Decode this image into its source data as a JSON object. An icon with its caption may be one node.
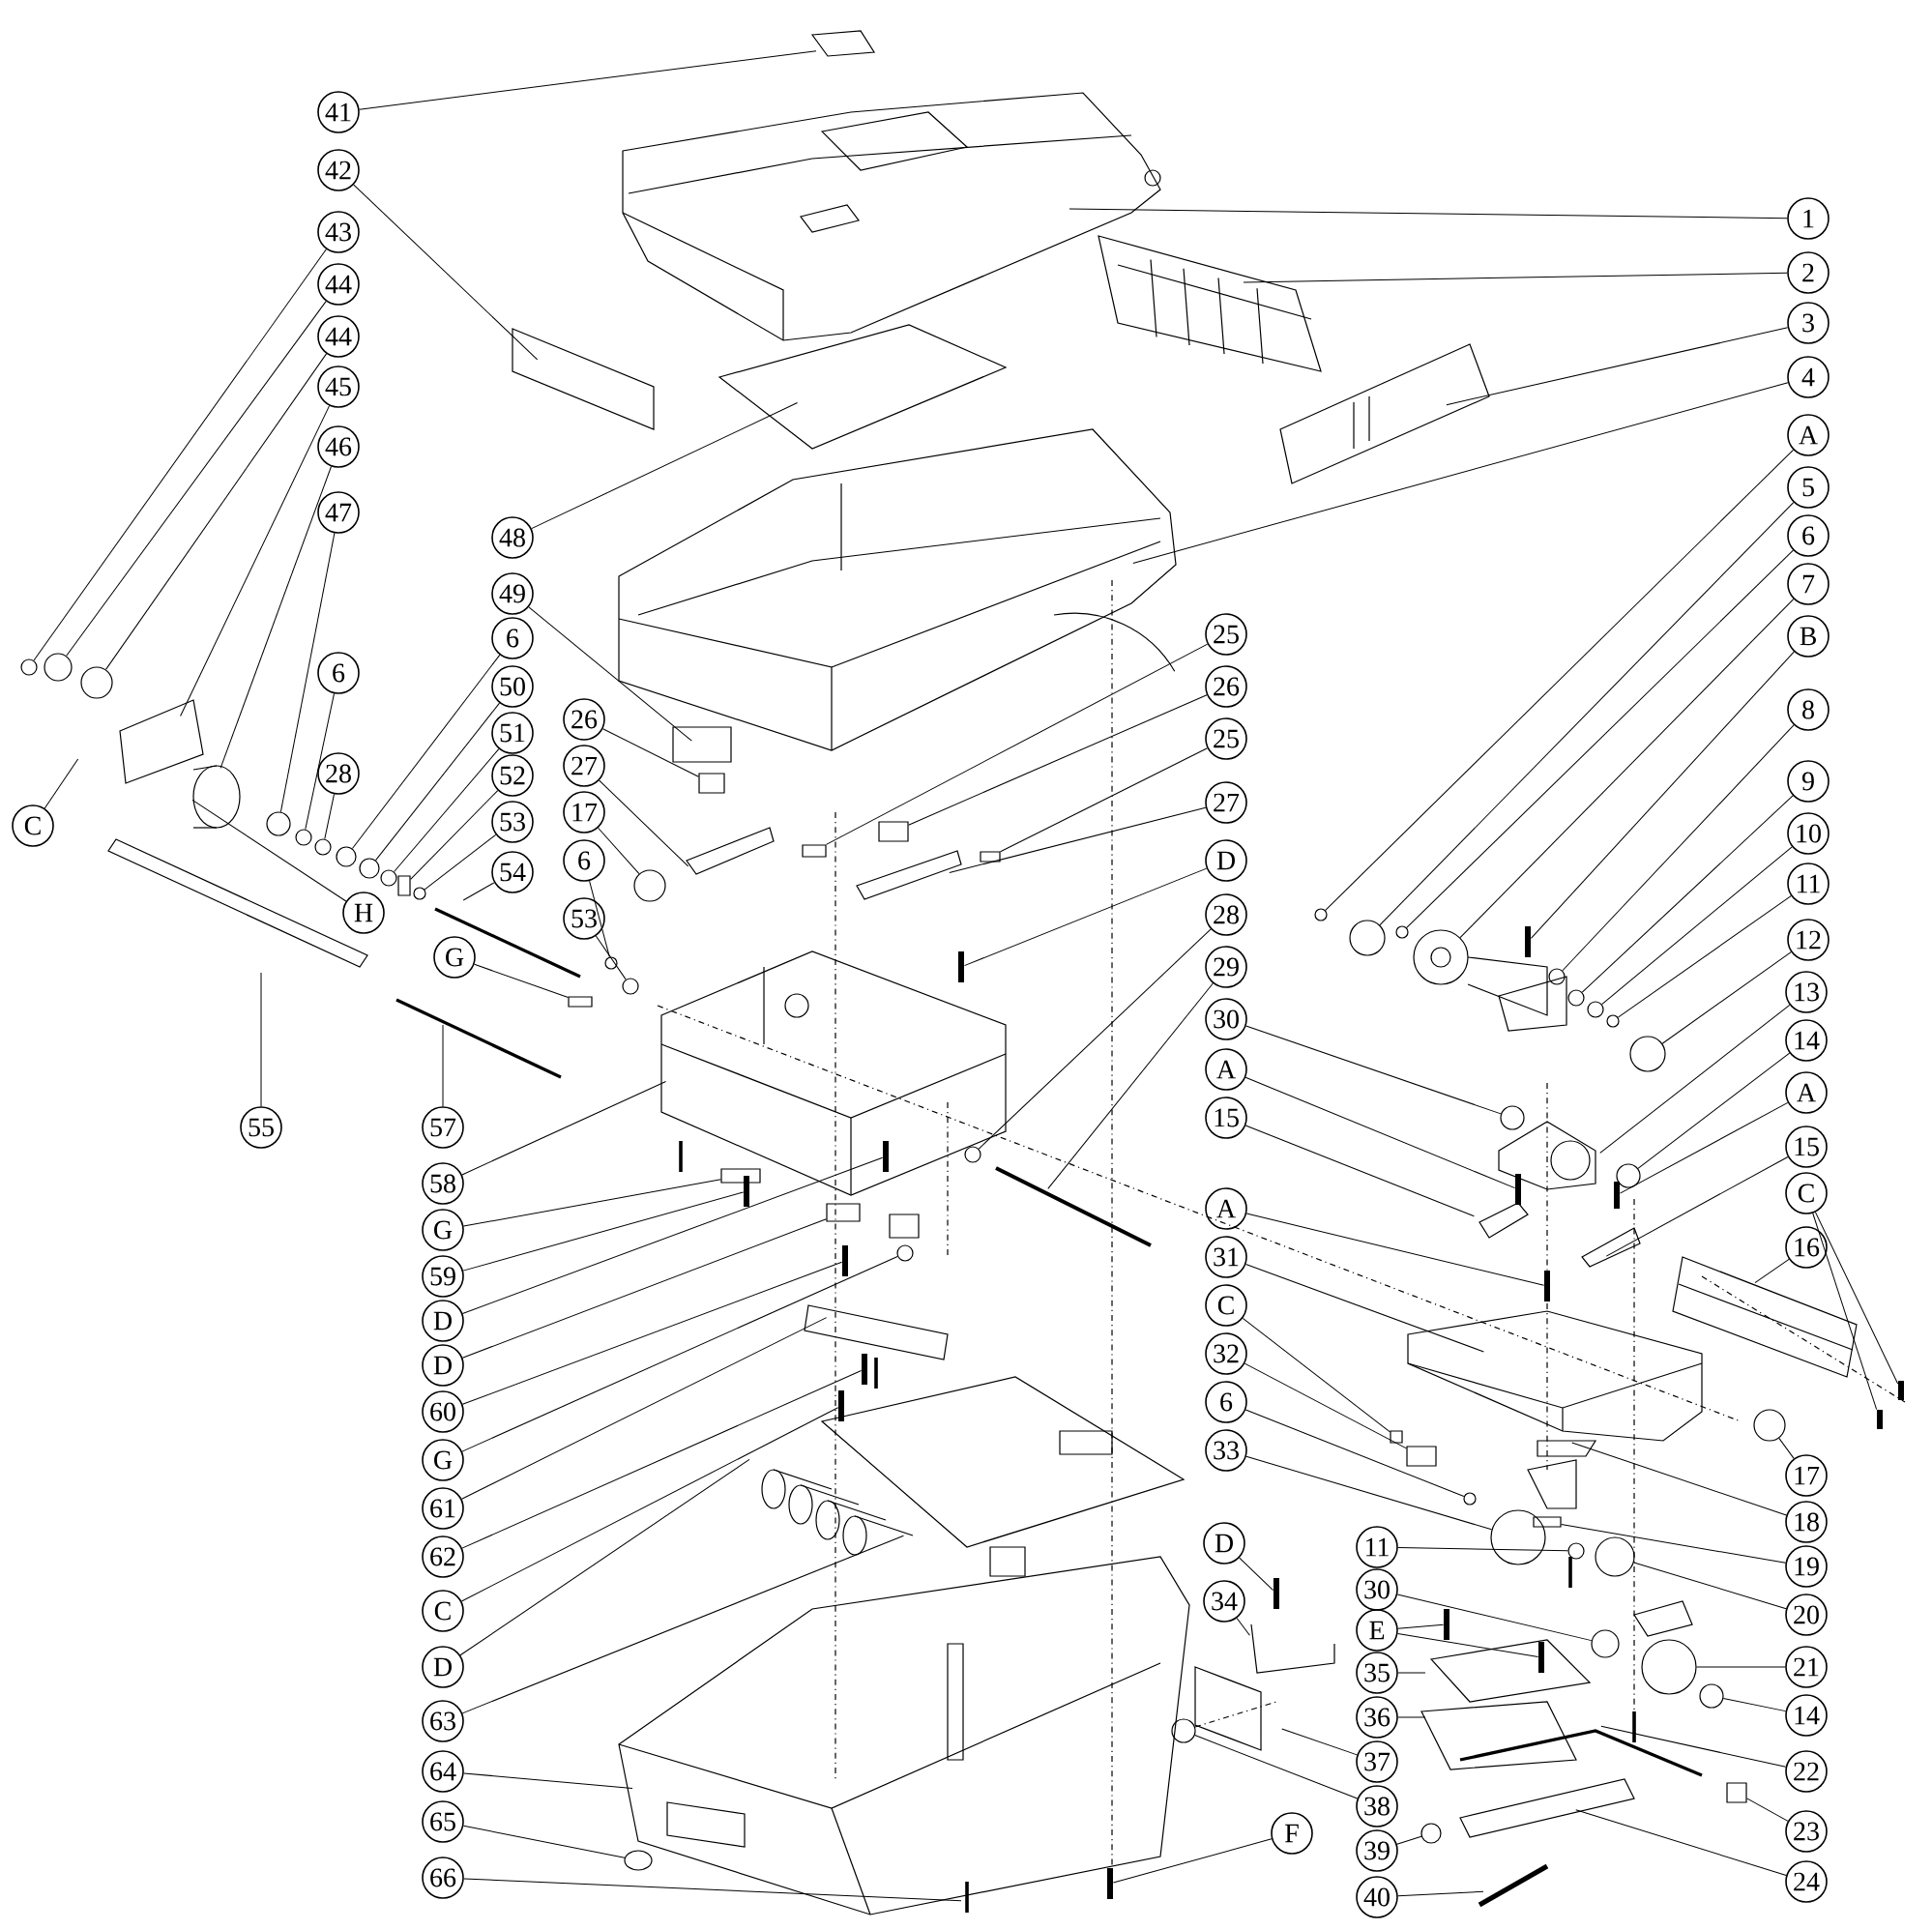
{
  "diagram": {
    "nodes": [
      {
        "text": [
          "41"
        ]
      },
      {
        "text": [
          "42"
        ]
      },
      {
        "text": [
          "43"
        ]
      },
      {
        "text": [
          "44"
        ]
      },
      {
        "text": [
          "44"
        ]
      },
      {
        "text": [
          "45"
        ]
      },
      {
        "text": [
          "46"
        ]
      },
      {
        "text": [
          "47"
        ]
      },
      {
        "text": [
          "6"
        ]
      },
      {
        "text": [
          "28"
        ]
      },
      {
        "text": [
          "C"
        ]
      },
      {
        "text": [
          "48"
        ]
      },
      {
        "text": [
          "49"
        ]
      },
      {
        "text": [
          "6"
        ]
      },
      {
        "text": [
          "50"
        ]
      },
      {
        "text": [
          "51"
        ]
      },
      {
        "text": [
          "52"
        ]
      },
      {
        "text": [
          "53"
        ]
      },
      {
        "text": [
          "54"
        ]
      },
      {
        "text": [
          "H"
        ]
      },
      {
        "text": [
          "26"
        ]
      },
      {
        "text": [
          "27"
        ]
      },
      {
        "text": [
          "17"
        ]
      },
      {
        "text": [
          "6"
        ]
      },
      {
        "text": [
          "53"
        ]
      },
      {
        "text": [
          "G"
        ]
      },
      {
        "text": [
          "55"
        ]
      },
      {
        "text": [
          "57"
        ]
      },
      {
        "text": [
          "58"
        ]
      },
      {
        "text": [
          "G"
        ]
      },
      {
        "text": [
          "59"
        ]
      },
      {
        "text": [
          "D"
        ]
      },
      {
        "text": [
          "D"
        ]
      },
      {
        "text": [
          "60"
        ]
      },
      {
        "text": [
          "G"
        ]
      },
      {
        "text": [
          "61"
        ]
      },
      {
        "text": [
          "62"
        ]
      },
      {
        "text": [
          "C"
        ]
      },
      {
        "text": [
          "D"
        ]
      },
      {
        "text": [
          "63"
        ]
      },
      {
        "text": [
          "64"
        ]
      },
      {
        "text": [
          "65"
        ]
      },
      {
        "text": [
          "66"
        ]
      },
      {
        "text": [
          "1"
        ]
      },
      {
        "text": [
          "2"
        ]
      },
      {
        "text": [
          "3"
        ]
      },
      {
        "text": [
          "4"
        ]
      },
      {
        "text": [
          "A"
        ]
      },
      {
        "text": [
          "5"
        ]
      },
      {
        "text": [
          "6"
        ]
      },
      {
        "text": [
          "7"
        ]
      },
      {
        "text": [
          "B"
        ]
      },
      {
        "text": [
          "8"
        ]
      },
      {
        "text": [
          "9"
        ]
      },
      {
        "text": [
          "10"
        ]
      },
      {
        "text": [
          "11"
        ]
      },
      {
        "text": [
          "12"
        ]
      },
      {
        "text": [
          "25"
        ]
      },
      {
        "text": [
          "26"
        ]
      },
      {
        "text": [
          "25"
        ]
      },
      {
        "text": [
          "27"
        ]
      },
      {
        "text": [
          "D"
        ]
      },
      {
        "text": [
          "28"
        ]
      },
      {
        "text": [
          "29"
        ]
      },
      {
        "text": [
          "30"
        ]
      },
      {
        "text": [
          "A"
        ]
      },
      {
        "text": [
          "15"
        ]
      },
      {
        "text": [
          "A"
        ]
      },
      {
        "text": [
          "31"
        ]
      },
      {
        "text": [
          "C"
        ]
      },
      {
        "text": [
          "32"
        ]
      },
      {
        "text": [
          "6"
        ]
      },
      {
        "text": [
          "33"
        ]
      },
      {
        "text": [
          "13"
        ]
      },
      {
        "text": [
          "14"
        ]
      },
      {
        "text": [
          "A"
        ]
      },
      {
        "text": [
          "15"
        ]
      },
      {
        "text": [
          "C"
        ]
      },
      {
        "text": [
          "16"
        ]
      },
      {
        "text": [
          "17"
        ]
      },
      {
        "text": [
          "18"
        ]
      },
      {
        "text": [
          "19"
        ]
      },
      {
        "text": [
          "20"
        ]
      },
      {
        "text": [
          "21"
        ]
      },
      {
        "text": [
          "14"
        ]
      },
      {
        "text": [
          "22"
        ]
      },
      {
        "text": [
          "23"
        ]
      },
      {
        "text": [
          "24"
        ]
      },
      {
        "text": [
          "D"
        ]
      },
      {
        "text": [
          "34"
        ]
      },
      {
        "text": [
          "11"
        ]
      },
      {
        "text": [
          "30"
        ]
      },
      {
        "text": [
          "E"
        ]
      },
      {
        "text": [
          "35"
        ]
      },
      {
        "text": [
          "36"
        ]
      },
      {
        "text": [
          "37"
        ]
      },
      {
        "text": [
          "38"
        ]
      },
      {
        "text": [
          "39"
        ]
      },
      {
        "text": [
          "40"
        ]
      },
      {
        "text": [
          "F"
        ]
      },
      {
        "text": [],
        "shape": "circle"
      },
      {
        "text": [],
        "shape": "circle"
      },
      {
        "text": [],
        "shape": "circle"
      },
      {
        "text": [],
        "shape": "circle"
      },
      {
        "text": [],
        "shape": "circle"
      },
      {
        "text": [],
        "shape": "circle"
      },
      {
        "text": [],
        "shape": "circle"
      },
      {
        "text": [],
        "shape": "circle"
      },
      {
        "text": [],
        "shape": "circle"
      },
      {
        "text": [],
        "shape": "box"
      },
      {
        "text": [],
        "shape": "circle"
      },
      {
        "text": [],
        "shape": "box"
      },
      {
        "text": [],
        "shape": "circle"
      },
      {
        "text": [],
        "shape": "circle"
      },
      {
        "text": [],
        "shape": "circle"
      },
      {
        "text": [],
        "shape": "box"
      },
      {
        "text": [],
        "shape": "box"
      },
      {
        "text": [],
        "shape": "bar"
      },
      {
        "text": [],
        "shape": "bar"
      },
      {
        "text": [],
        "shape": "box"
      },
      {
        "text": [],
        "shape": "bar"
      },
      {
        "text": [],
        "shape": "circle"
      },
      {
        "text": [],
        "shape": "bar"
      },
      {
        "text": [],
        "shape": "bar"
      },
      {
        "text": [],
        "shape": "circle"
      },
      {
        "text": [],
        "shape": "circle"
      },
      {
        "text": [],
        "shape": "circle"
      },
      {
        "text": [],
        "shape": "circle"
      },
      {
        "text": [],
        "shape": "circle"
      },
      {
        "text": [],
        "shape": "bar"
      },
      {
        "text": [],
        "shape": "circle"
      },
      {
        "text": [],
        "shape": "circle"
      },
      {
        "text": [],
        "shape": "circle"
      },
      {
        "text": [],
        "shape": "circle"
      },
      {
        "text": [],
        "shape": "circle"
      },
      {
        "text": [],
        "shape": "box"
      },
      {
        "text": [],
        "shape": "box"
      },
      {
        "text": [],
        "shape": "box"
      },
      {
        "text": [],
        "shape": "bar"
      },
      {
        "text": [],
        "shape": "circle"
      },
      {
        "text": [],
        "shape": "circle"
      },
      {
        "text": [],
        "shape": "bar"
      },
      {
        "text": [],
        "shape": "bar"
      },
      {
        "text": [],
        "shape": "box"
      },
      {
        "text": [],
        "shape": "box"
      },
      {
        "text": [],
        "shape": "circle"
      },
      {
        "text": [],
        "shape": "circle"
      },
      {
        "text": [],
        "shape": "circle"
      },
      {
        "text": [],
        "shape": "bar"
      },
      {
        "text": [],
        "shape": "bar"
      },
      {
        "text": [],
        "shape": "bar"
      },
      {
        "text": [],
        "shape": "circle"
      },
      {
        "text": [],
        "shape": "box"
      },
      {
        "text": [],
        "shape": "circle"
      },
      {
        "text": [],
        "shape": "circle"
      },
      {
        "text": [],
        "shape": "circle"
      },
      {
        "text": [],
        "shape": "box"
      },
      {
        "text": [],
        "shape": "bar"
      },
      {
        "text": [],
        "shape": "circle"
      },
      {
        "text": [],
        "shape": "circle"
      },
      {
        "text": [],
        "shape": "bar"
      },
      {
        "text": [],
        "shape": "bar"
      },
      {
        "text": [],
        "shape": "circle"
      },
      {
        "text": [],
        "shape": "circle"
      },
      {
        "text": [],
        "shape": "bar"
      }
    ],
    "edges": [
      {
        "from": 0,
        "to": null,
        "arrow": "none"
      },
      {
        "from": 1,
        "to": null,
        "arrow": "none"
      },
      {
        "from": 2,
        "to": 100,
        "arrow": "none"
      },
      {
        "from": 3,
        "to": 101,
        "arrow": "none"
      },
      {
        "from": 4,
        "to": 102,
        "arrow": "none"
      },
      {
        "from": 5,
        "to": null,
        "arrow": "none"
      },
      {
        "from": 6,
        "to": null,
        "arrow": "none"
      },
      {
        "from": 7,
        "to": 103,
        "arrow": "none"
      },
      {
        "from": 8,
        "to": 104,
        "arrow": "none"
      },
      {
        "from": 9,
        "to": 105,
        "arrow": "none"
      },
      {
        "from": 10,
        "to": null,
        "arrow": "none"
      },
      {
        "from": 11,
        "to": null,
        "arrow": "none"
      },
      {
        "from": 12,
        "to": null,
        "arrow": "none"
      },
      {
        "from": 13,
        "to": 106,
        "arrow": "none"
      },
      {
        "from": 14,
        "to": 107,
        "arrow": "none"
      },
      {
        "from": 15,
        "to": 108,
        "arrow": "none"
      },
      {
        "from": 16,
        "to": 109,
        "arrow": "none"
      },
      {
        "from": 17,
        "to": 110,
        "arrow": "none"
      },
      {
        "from": 18,
        "to": null,
        "arrow": "none"
      },
      {
        "from": 19,
        "to": null,
        "arrow": "none"
      },
      {
        "from": 20,
        "to": 111,
        "arrow": "none"
      },
      {
        "from": 21,
        "to": null,
        "arrow": "none"
      },
      {
        "from": 22,
        "to": 112,
        "arrow": "none"
      },
      {
        "from": 23,
        "to": 113,
        "arrow": "none"
      },
      {
        "from": 24,
        "to": 114,
        "arrow": "none"
      },
      {
        "from": 25,
        "to": 115,
        "arrow": "none"
      },
      {
        "from": 26,
        "to": null,
        "arrow": "none"
      },
      {
        "from": 27,
        "to": null,
        "arrow": "none"
      },
      {
        "from": 28,
        "to": null,
        "arrow": "none"
      },
      {
        "from": 29,
        "to": 116,
        "arrow": "none"
      },
      {
        "from": 30,
        "to": 117,
        "arrow": "none"
      },
      {
        "from": 31,
        "to": 118,
        "arrow": "none"
      },
      {
        "from": 32,
        "to": 119,
        "arrow": "none"
      },
      {
        "from": 33,
        "to": 120,
        "arrow": "none"
      },
      {
        "from": 34,
        "to": 121,
        "arrow": "none"
      },
      {
        "from": 35,
        "to": null,
        "arrow": "none"
      },
      {
        "from": 36,
        "to": 122,
        "arrow": "none"
      },
      {
        "from": 37,
        "to": 123,
        "arrow": "none"
      },
      {
        "from": 38,
        "to": null,
        "arrow": "none"
      },
      {
        "from": 39,
        "to": null,
        "arrow": "none"
      },
      {
        "from": 40,
        "to": null,
        "arrow": "none"
      },
      {
        "from": 41,
        "to": 124,
        "arrow": "none"
      },
      {
        "from": 42,
        "to": null,
        "arrow": "none"
      },
      {
        "from": 43,
        "to": null,
        "arrow": "none"
      },
      {
        "from": 44,
        "to": null,
        "arrow": "none"
      },
      {
        "from": 45,
        "to": null,
        "arrow": "none"
      },
      {
        "from": 46,
        "to": null,
        "arrow": "none"
      },
      {
        "from": 47,
        "to": 125,
        "arrow": "none"
      },
      {
        "from": 48,
        "to": 126,
        "arrow": "none"
      },
      {
        "from": 49,
        "to": 127,
        "arrow": "none"
      },
      {
        "from": 50,
        "to": 128,
        "arrow": "none"
      },
      {
        "from": 51,
        "to": 129,
        "arrow": "none"
      },
      {
        "from": 52,
        "to": 130,
        "arrow": "none"
      },
      {
        "from": 53,
        "to": 131,
        "arrow": "none"
      },
      {
        "from": 54,
        "to": 132,
        "arrow": "none"
      },
      {
        "from": 55,
        "to": 133,
        "arrow": "none"
      },
      {
        "from": 56,
        "to": 134,
        "arrow": "none"
      },
      {
        "from": 57,
        "to": 135,
        "arrow": "none"
      },
      {
        "from": 58,
        "to": 136,
        "arrow": "none"
      },
      {
        "from": 59,
        "to": 137,
        "arrow": "none"
      },
      {
        "from": 60,
        "to": null,
        "arrow": "none"
      },
      {
        "from": 61,
        "to": 138,
        "arrow": "none"
      },
      {
        "from": 62,
        "to": 139,
        "arrow": "none"
      },
      {
        "from": 63,
        "to": null,
        "arrow": "none"
      },
      {
        "from": 64,
        "to": 140,
        "arrow": "none"
      },
      {
        "from": 65,
        "to": 141,
        "arrow": "none"
      },
      {
        "from": 66,
        "to": null,
        "arrow": "none"
      },
      {
        "from": 67,
        "to": 142,
        "arrow": "none"
      },
      {
        "from": 68,
        "to": null,
        "arrow": "none"
      },
      {
        "from": 69,
        "to": 143,
        "arrow": "none"
      },
      {
        "from": 70,
        "to": 144,
        "arrow": "none"
      },
      {
        "from": 71,
        "to": 145,
        "arrow": "none"
      },
      {
        "from": 72,
        "to": 146,
        "arrow": "none"
      },
      {
        "from": 73,
        "to": null,
        "arrow": "none"
      },
      {
        "from": 74,
        "to": 147,
        "arrow": "none"
      },
      {
        "from": 75,
        "to": 148,
        "arrow": "none"
      },
      {
        "from": 76,
        "to": null,
        "arrow": "none"
      },
      {
        "from": 77,
        "to": 149,
        "arrow": "none"
      },
      {
        "from": 77,
        "to": 150,
        "arrow": "none"
      },
      {
        "from": 78,
        "to": null,
        "arrow": "none"
      },
      {
        "from": 79,
        "to": 151,
        "arrow": "none"
      },
      {
        "from": 80,
        "to": null,
        "arrow": "none"
      },
      {
        "from": 81,
        "to": 152,
        "arrow": "none"
      },
      {
        "from": 82,
        "to": 153,
        "arrow": "none"
      },
      {
        "from": 83,
        "to": 154,
        "arrow": "none"
      },
      {
        "from": 84,
        "to": 155,
        "arrow": "none"
      },
      {
        "from": 85,
        "to": null,
        "arrow": "none"
      },
      {
        "from": 86,
        "to": 156,
        "arrow": "none"
      },
      {
        "from": 87,
        "to": null,
        "arrow": "none"
      },
      {
        "from": 88,
        "to": 157,
        "arrow": "none"
      },
      {
        "from": 89,
        "to": null,
        "arrow": "none"
      },
      {
        "from": 90,
        "to": 158,
        "arrow": "none"
      },
      {
        "from": 91,
        "to": 159,
        "arrow": "none"
      },
      {
        "from": 92,
        "to": 160,
        "arrow": "none"
      },
      {
        "from": 92,
        "to": 161,
        "arrow": "none"
      },
      {
        "from": 93,
        "to": null,
        "arrow": "none"
      },
      {
        "from": 94,
        "to": null,
        "arrow": "none"
      },
      {
        "from": 95,
        "to": null,
        "arrow": "none"
      },
      {
        "from": 96,
        "to": 162,
        "arrow": "none"
      },
      {
        "from": 97,
        "to": 163,
        "arrow": "none"
      },
      {
        "from": 98,
        "to": null,
        "arrow": "none"
      },
      {
        "from": 99,
        "to": 164,
        "arrow": "none"
      }
    ]
  }
}
